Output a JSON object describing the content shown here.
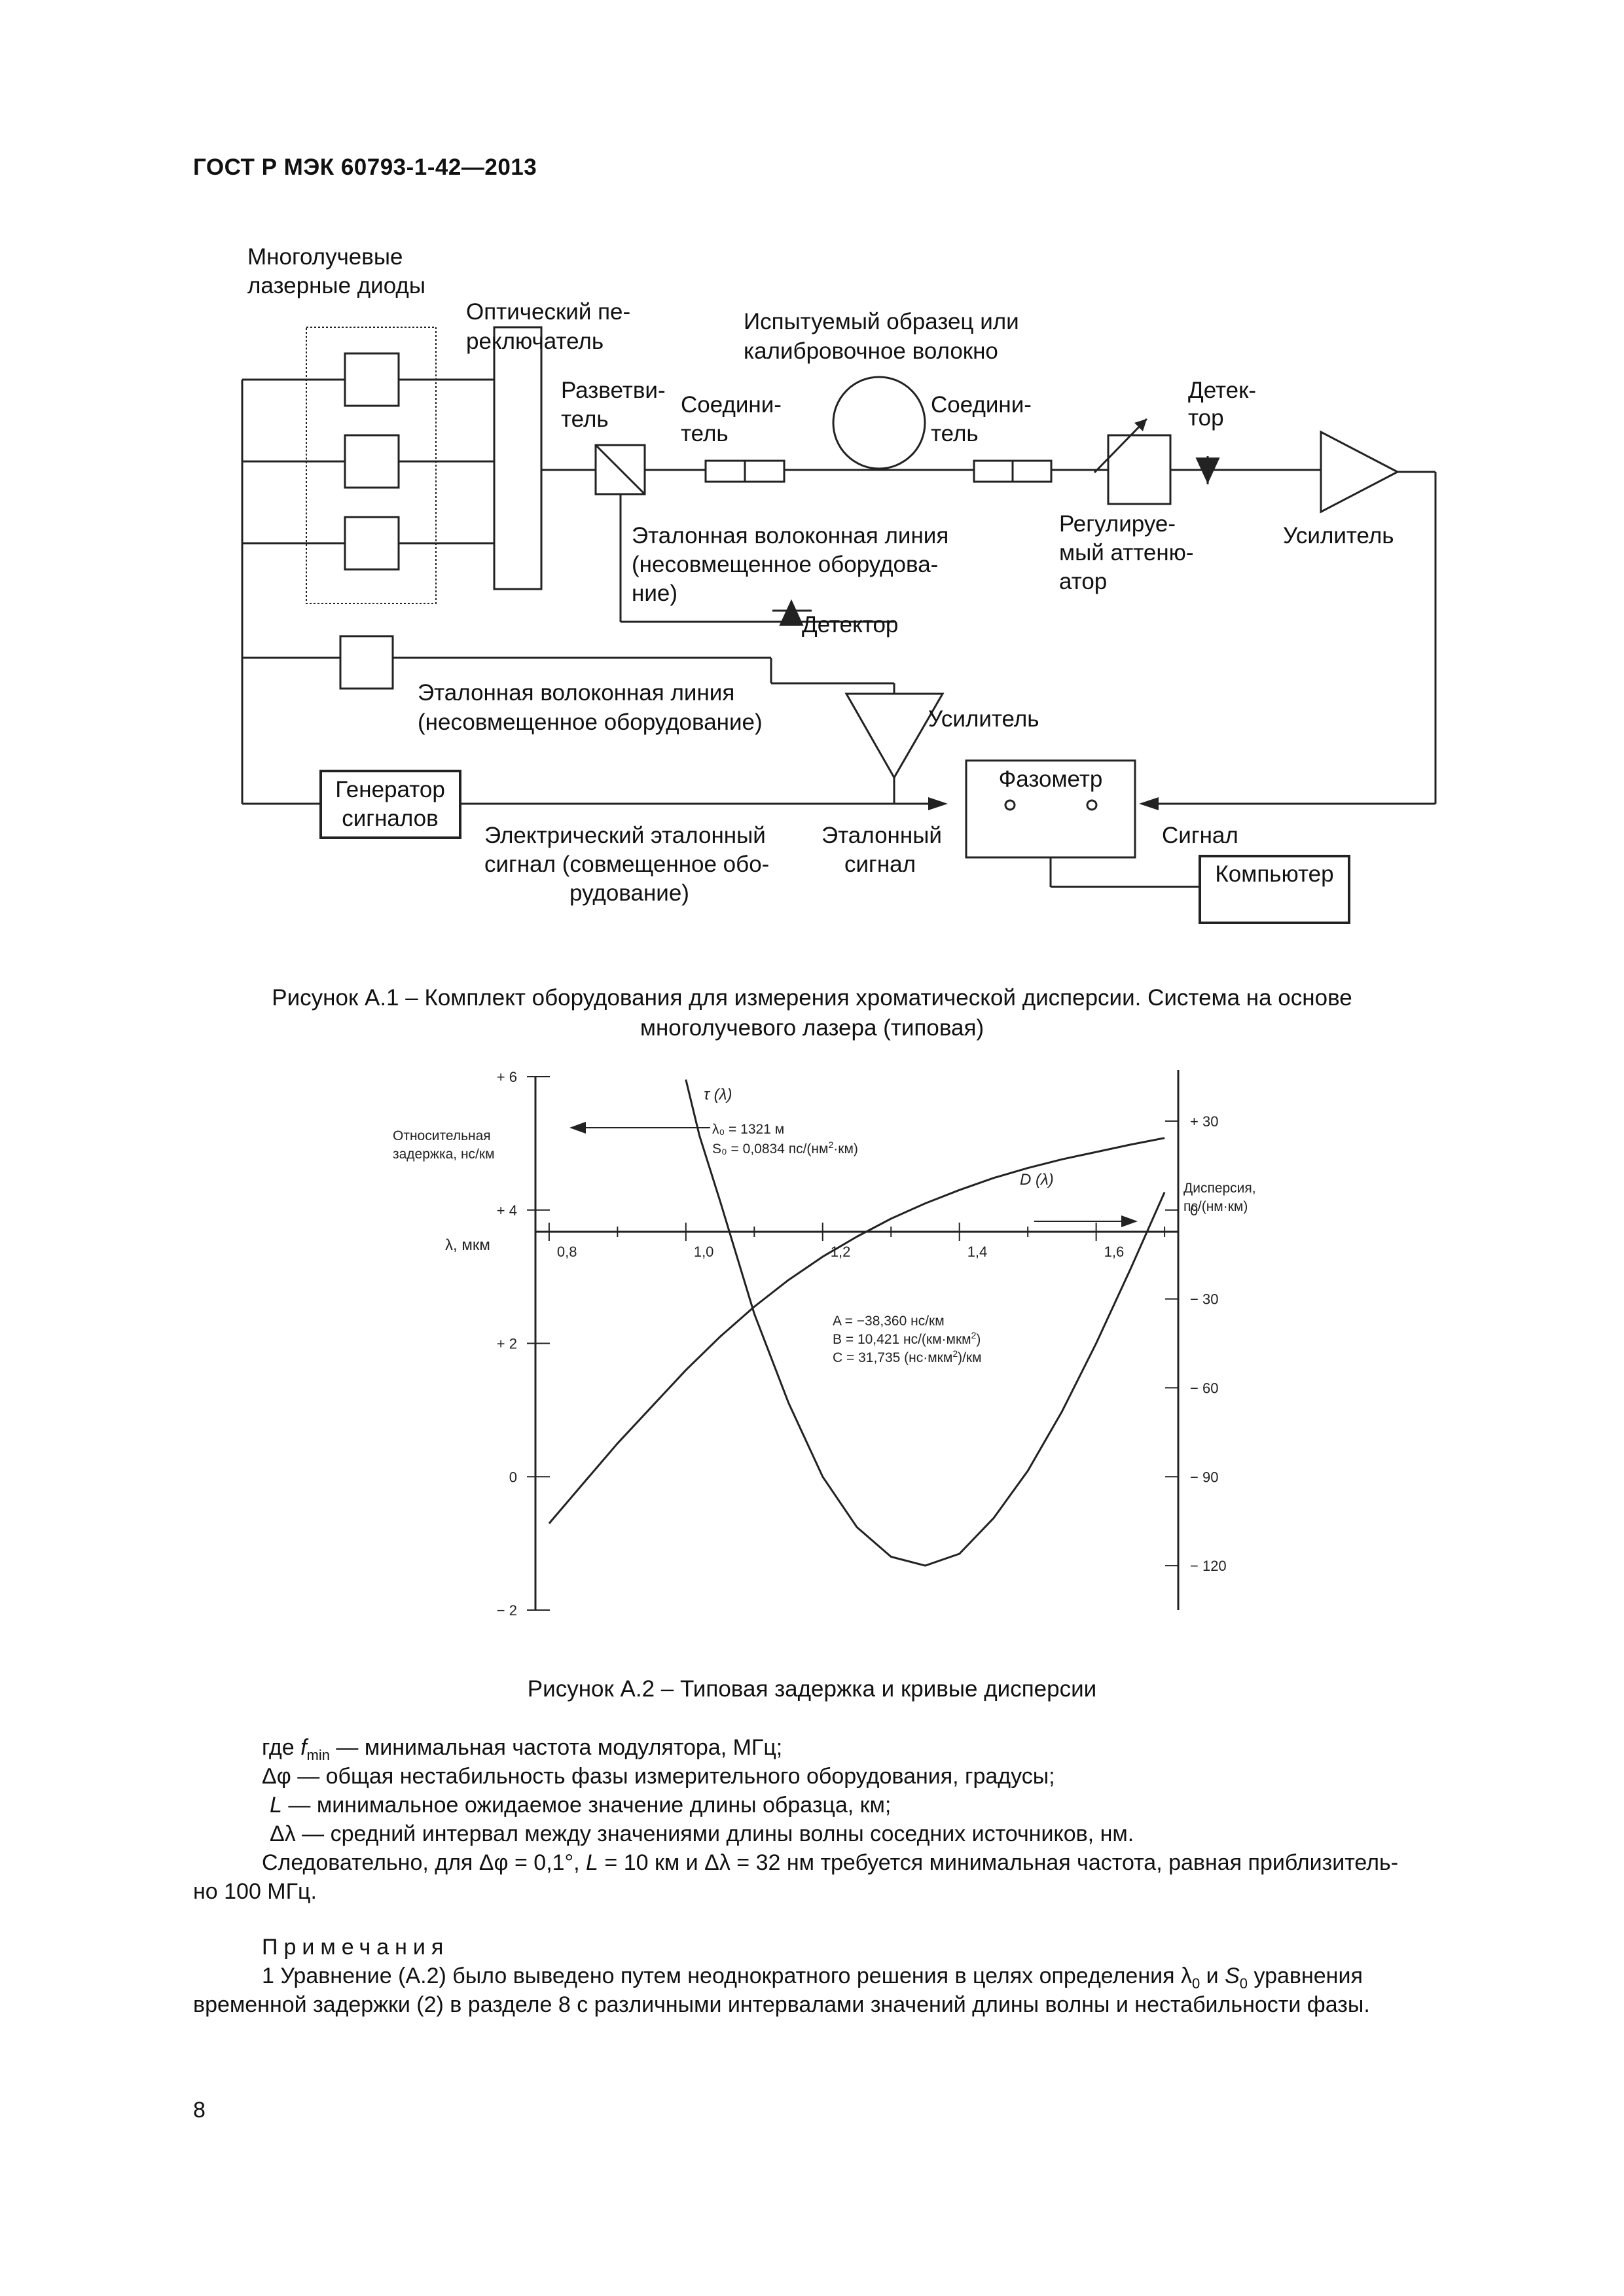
{
  "header": {
    "title": "ГОСТ Р МЭК 60793-1-42—2013"
  },
  "figure1": {
    "labels": {
      "lasers": [
        "Многолучевые",
        "лазерные диоды"
      ],
      "switch": [
        "Оптический пе-",
        "реключатель"
      ],
      "sample": [
        "Испытуемый образец или",
        "калибровочное волокно"
      ],
      "splitter": [
        "Разветви-",
        "тель"
      ],
      "connector1": [
        "Соедини-",
        "тель"
      ],
      "connector2": [
        "Соедини-",
        "тель"
      ],
      "detector_top": [
        "Детек-",
        "тор"
      ],
      "attenuator": [
        "Регулируе-",
        "мый аттеню-",
        "атор"
      ],
      "amplifier_right": "Усилитель",
      "ref_fiber1": [
        "Эталонная волоконная линия",
        "(несовмещенное оборудова-",
        "ние)"
      ],
      "detector_mid": "Детектор",
      "ref_fiber2": [
        "Эталонная волоконная линия",
        "(несовмещенное оборудование)"
      ],
      "amplifier_mid": "Усилитель",
      "generator": [
        "Генератор",
        "сигналов"
      ],
      "phase_meter": "Фазометр",
      "electric_ref": [
        "Электрический эталонный",
        "сигнал (совмещенное обо-",
        "рудование)"
      ],
      "ref_signal": [
        "Эталонный",
        "сигнал"
      ],
      "signal": "Сигнал",
      "computer": "Компьютер"
    },
    "caption": [
      "Рисунок А.1 – Комплект оборудования для измерения хроматической дисперсии. Система на основе",
      "многолучевого лазера (типовая)"
    ]
  },
  "chart_data": {
    "type": "line",
    "x_ticks": [
      "0,8",
      "1,0",
      "1,2",
      "1,4",
      "1,6"
    ],
    "xlim": [
      0.78,
      1.72
    ],
    "x_axis_label": "λ, мкм",
    "left_axis": {
      "label": [
        "Относительная",
        "задержка,  нс/км"
      ],
      "ticks": [
        "+ 6",
        "+ 4",
        "+ 2",
        "0",
        "− 2"
      ],
      "ylim": [
        -2,
        6
      ]
    },
    "right_axis": {
      "label": [
        "Дисперсия,",
        "пс/(нм·км)"
      ],
      "ticks": [
        "+ 30",
        "0",
        "− 30",
        "− 60",
        "− 90",
        "− 120"
      ],
      "ylim": [
        -135,
        45
      ]
    },
    "series": [
      {
        "name": "τ (λ)",
        "axis": "right",
        "x": [
          1.0,
          1.02,
          1.05,
          1.1,
          1.15,
          1.2,
          1.25,
          1.3,
          1.35,
          1.4,
          1.45,
          1.5,
          1.55,
          1.6,
          1.65,
          1.7
        ],
        "y": [
          44,
          25,
          3,
          -35,
          -65,
          -90,
          -107,
          -117,
          -120,
          -116,
          -104,
          -88,
          -68,
          -45,
          -20,
          6
        ]
      },
      {
        "name": "D (λ)",
        "axis": "left",
        "x": [
          0.8,
          0.85,
          0.9,
          0.95,
          1.0,
          1.05,
          1.1,
          1.15,
          1.2,
          1.25,
          1.3,
          1.35,
          1.4,
          1.45,
          1.5,
          1.55,
          1.6,
          1.65,
          1.7
        ],
        "y": [
          -0.7,
          -0.1,
          0.5,
          1.05,
          1.6,
          2.1,
          2.55,
          2.95,
          3.3,
          3.6,
          3.87,
          4.1,
          4.3,
          4.48,
          4.63,
          4.76,
          4.87,
          4.98,
          5.08
        ]
      }
    ],
    "annotations": {
      "lambda0": "λ₀ = 1321 м",
      "s0_value": "S₀ = 0,0834 пс/(нм",
      "s0_unit": "·км)",
      "coef_a": "A = −38,360 нс/км",
      "coef_b": "B = 10,421 нс/(км·мкм",
      "coef_c_pre": "C = 31,735 (нс·мкм",
      "coef_c_post": ")/км",
      "sup2": "2"
    },
    "grid": false
  },
  "figure2_caption": "Рисунок А.2 – Типовая задержка и кривые дисперсии",
  "text": {
    "where_pre": "где ",
    "fmin_f": "f",
    "fmin_sub": "min",
    "fmin_desc": " — минимальная частота модулятора, МГц;",
    "dphi_line": "Δφ — общая нестабильность фазы измерительного оборудования, градусы;",
    "L_var": "L",
    "L_desc": " — минимальное ожидаемое значение длины образца, км;",
    "dlambda_line": "Δλ — средний интервал между значениями длины волны соседних источников, нм.",
    "conc_a": "Следовательно, для Δφ = 0,1°, ",
    "conc_L": "L",
    "conc_b": " = 10 км и Δλ = 32 нм требуется минимальная частота, равная приблизитель-",
    "conc_c": "но 100 МГц.",
    "notes_title": "Примечания",
    "note1_a": "1 Уравнение (А.2) было выведено путем неоднократного решения в целях определения λ",
    "note1_sub0": "0",
    "note1_b": " и ",
    "note1_S": "S",
    "note1_sub1": "0",
    "note1_c": " уравнения",
    "note1_d": "временной задержки (2) в разделе 8 с различными интервалами значений длины волны и нестабильности фазы."
  },
  "page_number": "8"
}
